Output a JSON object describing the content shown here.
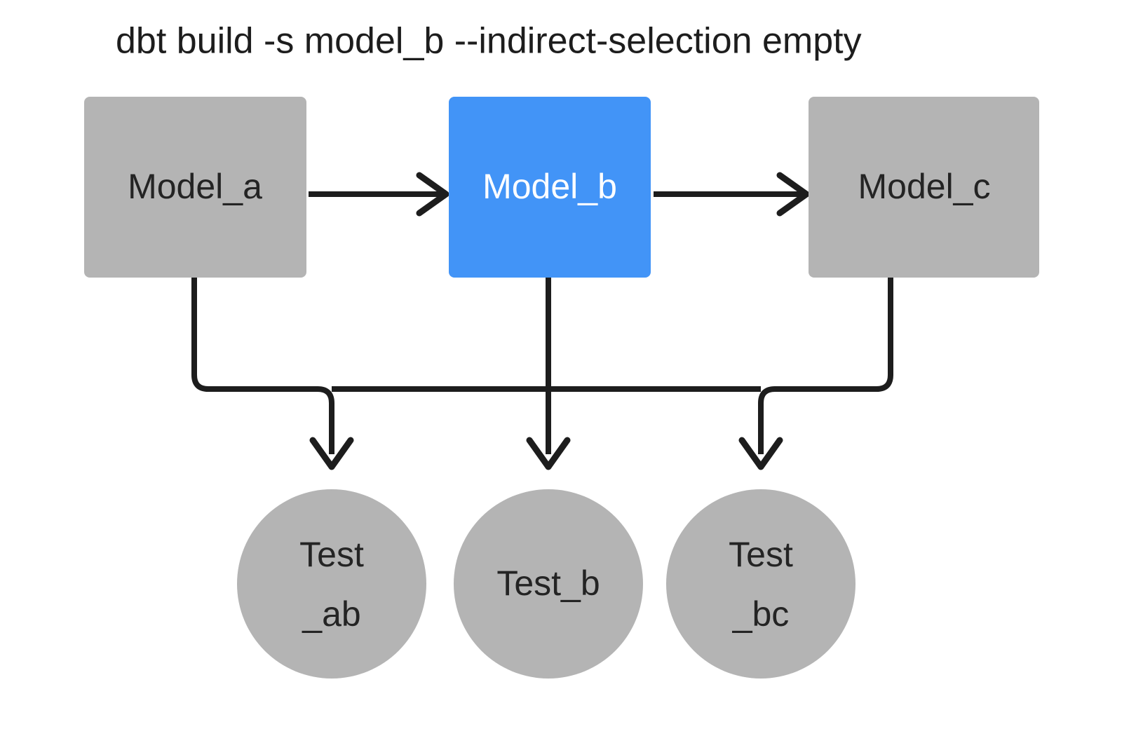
{
  "diagram": {
    "title": "dbt build -s model_b --indirect-selection empty",
    "colors": {
      "background": "#ffffff",
      "node_gray": "#b4b4b4",
      "node_selected_blue": "#4294f7",
      "edge_stroke": "#1d1d1d",
      "label_dark": "#242424",
      "label_light": "#ffffff"
    },
    "models": [
      {
        "id": "model_a",
        "label": "Model_a",
        "shape": "rectangle",
        "state": "unselected",
        "fill": "#b4b4b4",
        "text_color": "#242424"
      },
      {
        "id": "model_b",
        "label": "Model_b",
        "shape": "rectangle",
        "state": "selected",
        "fill": "#4294f7",
        "text_color": "#ffffff"
      },
      {
        "id": "model_c",
        "label": "Model_c",
        "shape": "rectangle",
        "state": "unselected",
        "fill": "#b4b4b4",
        "text_color": "#242424"
      }
    ],
    "tests": [
      {
        "id": "test_ab",
        "label_line1": "Test",
        "label_line2": "_ab",
        "label": "Test_ab",
        "shape": "circle",
        "state": "unselected",
        "fill": "#b4b4b4",
        "text_color": "#242424"
      },
      {
        "id": "test_b",
        "label_line1": "Test_b",
        "label_line2": "",
        "label": "Test_b",
        "shape": "circle",
        "state": "unselected",
        "fill": "#b4b4b4",
        "text_color": "#242424"
      },
      {
        "id": "test_bc",
        "label_line1": "Test",
        "label_line2": "_bc",
        "label": "Test_bc",
        "shape": "circle",
        "state": "unselected",
        "fill": "#b4b4b4",
        "text_color": "#242424"
      }
    ],
    "edges": [
      {
        "id": "edge-model-a-to-model-b",
        "from": "model_a",
        "to": "model_b",
        "style": "straight-arrow"
      },
      {
        "id": "edge-model-b-to-model-c",
        "from": "model_b",
        "to": "model_c",
        "style": "straight-arrow"
      },
      {
        "id": "edge-model-a-to-test-ab",
        "from": "model_a",
        "to": "test_ab",
        "style": "elbow-arrow"
      },
      {
        "id": "edge-model-b-to-test-ab",
        "from": "model_b",
        "to": "test_ab",
        "style": "elbow-arrow"
      },
      {
        "id": "edge-model-b-to-test-b",
        "from": "model_b",
        "to": "test_b",
        "style": "straight-arrow"
      },
      {
        "id": "edge-model-b-to-test-bc",
        "from": "model_b",
        "to": "test_bc",
        "style": "elbow-arrow"
      },
      {
        "id": "edge-model-c-to-test-bc",
        "from": "model_c",
        "to": "test_bc",
        "style": "elbow-arrow"
      }
    ]
  }
}
